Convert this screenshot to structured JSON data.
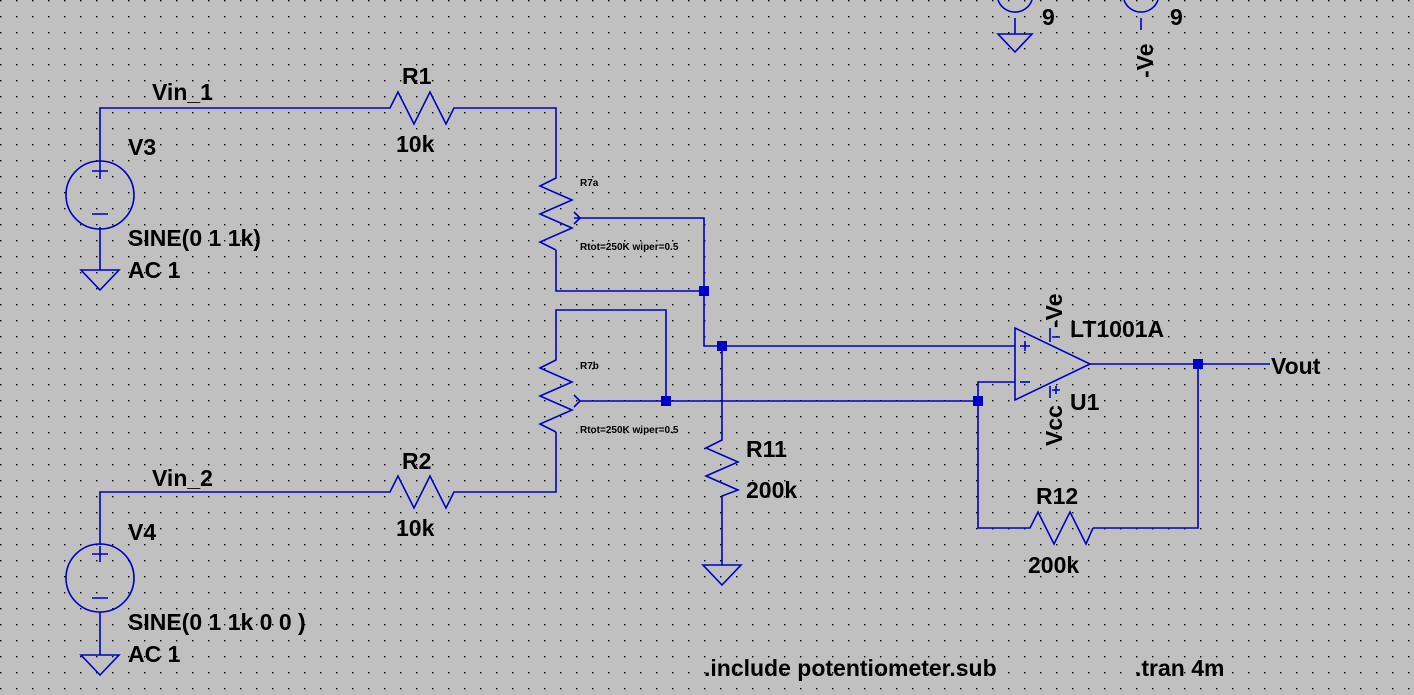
{
  "schematic": {
    "net_labels": {
      "vin1": "Vin_1",
      "vin2": "Vin_2",
      "vout": "Vout",
      "neg_supply": "-Ve",
      "vcc": "Vcc",
      "neg_supply_opamp": "-Ve"
    },
    "sources": [
      {
        "name": "V3",
        "value": "SINE(0 1 1k)",
        "ac": "AC 1"
      },
      {
        "name": "V4",
        "value": "SINE(0 1 1k 0 0  )",
        "ac": "AC 1"
      }
    ],
    "resistors": [
      {
        "name": "R1",
        "value": "10k"
      },
      {
        "name": "R2",
        "value": "10k"
      },
      {
        "name": "R11",
        "value": "200k"
      },
      {
        "name": "R12",
        "value": "200k"
      }
    ],
    "potentiometers": [
      {
        "name": "R7a",
        "params": "Rtot=250K wiper=0.5"
      },
      {
        "name": "R7b",
        "params": "Rtot=250K wiper=0.5"
      }
    ],
    "opamp": {
      "name": "U1",
      "model": "LT1001A"
    },
    "supplies": [
      {
        "value": "9"
      },
      {
        "value": "9"
      }
    ],
    "directives": [
      ".include potentiometer.sub",
      ".tran 4m"
    ]
  }
}
